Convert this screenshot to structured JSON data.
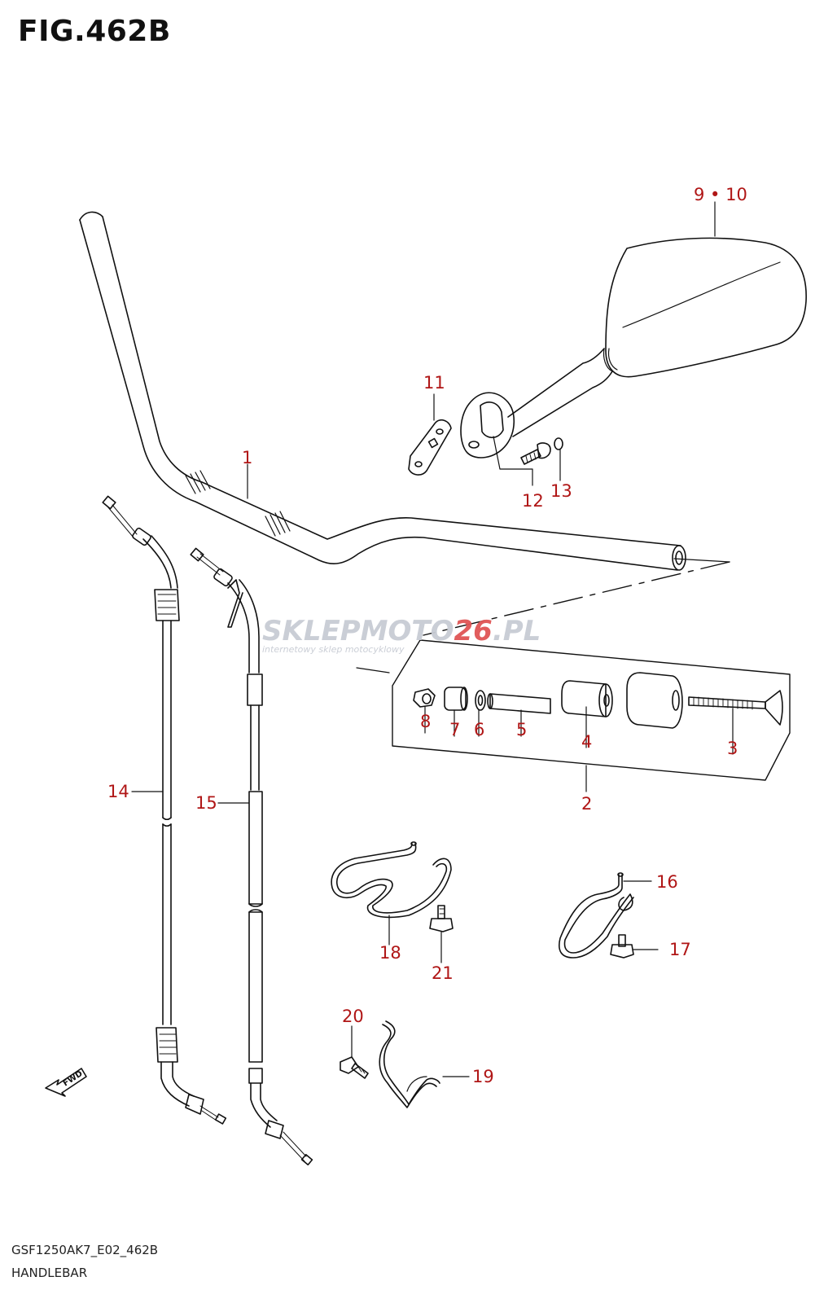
{
  "figure": {
    "title": "FIG.462B",
    "footer_code": "GSF1250AK7_E02_462B",
    "footer_name": "HANDLEBAR"
  },
  "watermark": {
    "part1": "SKLEPMOTO",
    "part2": "26",
    "part3": ".PL",
    "tagline": "internetowy sklep motocyklowy",
    "colors": {
      "gray": "#c8ccd4",
      "red": "#e05555"
    }
  },
  "fwd_label": "FWD",
  "callouts": {
    "c1": "1",
    "c2": "2",
    "c3": "3",
    "c4": "4",
    "c5": "5",
    "c6": "6",
    "c7": "7",
    "c8": "8",
    "c9_10": "9 • 10",
    "c11": "11",
    "c12": "12",
    "c13": "13",
    "c14": "14",
    "c15": "15",
    "c16": "16",
    "c17": "17",
    "c18": "18",
    "c19": "19",
    "c20": "20",
    "c21": "21"
  },
  "colors": {
    "callout": "#b01616",
    "line": "#111111"
  }
}
